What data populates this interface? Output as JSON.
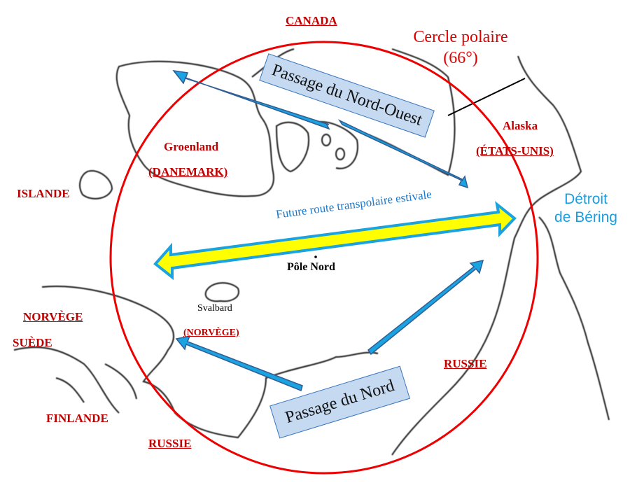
{
  "labels": {
    "canada": "CANADA",
    "circle_title": "Cercle polaire",
    "circle_degrees": "(66°)",
    "alaska": "Alaska",
    "usa": "(ÉTATS-UNIS)",
    "bering_1": "Détroit",
    "bering_2": "de Béring",
    "greenland": "Groenland",
    "denmark": "(DANEMARK)",
    "iceland": "ISLANDE",
    "transpolar_route": "Future route transpolaire estivale",
    "north_pole": "Pôle Nord",
    "svalbard": "Svalbard",
    "svalbard_norway": "(NORVÈGE)",
    "norway": "NORVÈGE",
    "sweden": "SUÈDE",
    "finland": "FINLANDE",
    "russia_west": "RUSSIE",
    "russia_east": "RUSSIE",
    "northwest_passage": "Passage du Nord-Ouest",
    "north_passage": "Passage du Nord"
  },
  "colors": {
    "arctic_circle": "#ee0000",
    "route_arrow": "#1aa3e0",
    "route_arrow_border": "#2f5d95",
    "transpolar_fill": "#ffff00",
    "country_label": "#c00000",
    "passage_box": "#c5d9f1"
  }
}
